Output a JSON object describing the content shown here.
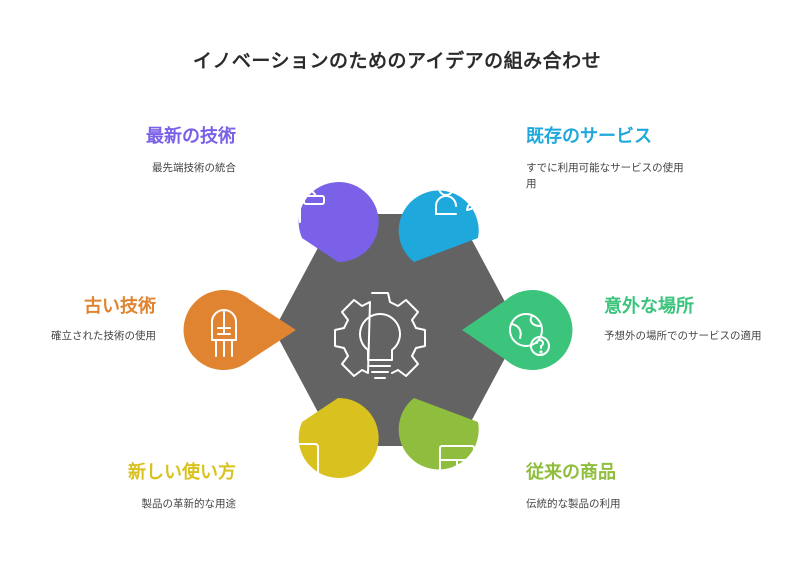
{
  "title": "イノベーションのためのアイデアの組み合わせ",
  "items": [
    {
      "key": "newest",
      "label": "最新の技術",
      "desc": "最先端技術の統合",
      "color": "#7b61e8",
      "icon": "head-vr-icon"
    },
    {
      "key": "existing",
      "label": "既存のサービス",
      "desc": "すでに利用可能なサービスの使用",
      "desc_line2": "用",
      "color": "#1fa8dc",
      "icon": "person-pen-icon"
    },
    {
      "key": "unexpected",
      "label": "意外な場所",
      "desc": "予想外の場所でのサービスの適用",
      "color": "#3cc47c",
      "icon": "globe-question-icon"
    },
    {
      "key": "traditional",
      "label": "従来の商品",
      "desc": "伝統的な製品の利用",
      "color": "#8fbe3e",
      "icon": "cabinet-icon"
    },
    {
      "key": "newuse",
      "label": "新しい使い方",
      "desc": "製品の革新的な用途",
      "color": "#d9c21f",
      "icon": "hand-phone-icon"
    },
    {
      "key": "old",
      "label": "古い技術",
      "desc": "確立された技術の使用",
      "color": "#e08432",
      "icon": "vacuum-tube-icon"
    }
  ],
  "center": {
    "color": "#636363",
    "icon": "gear-bulb-icon"
  }
}
